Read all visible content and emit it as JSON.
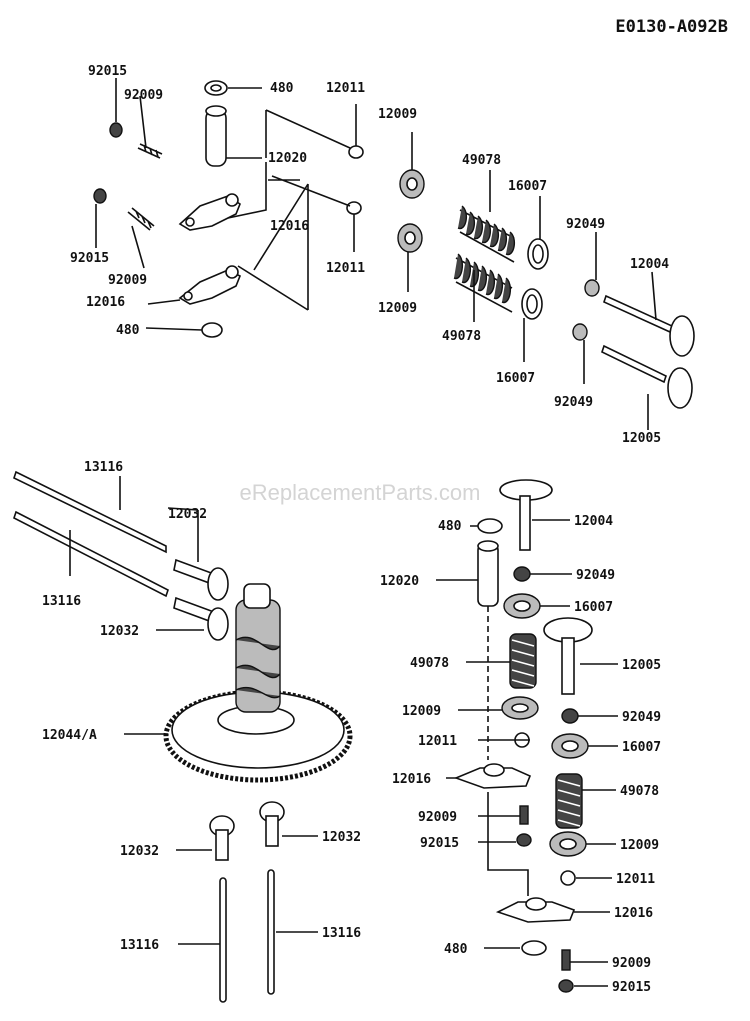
{
  "diagram_code": "E0130-A092B",
  "watermark": "eReplacementParts.com",
  "labels": {
    "a1": "92015",
    "a2": "92009",
    "a3": "480",
    "a4": "12011",
    "a5": "12009",
    "a6": "12020",
    "a7": "49078",
    "a8": "16007",
    "a9": "12016",
    "a10": "92049",
    "a11": "12004",
    "a12": "92015",
    "a13": "92009",
    "a14": "12011",
    "a15": "12016",
    "a16": "12009",
    "a17": "480",
    "a18": "49078",
    "a19": "16007",
    "a20": "92049",
    "a21": "12005",
    "b1": "13116",
    "b2": "12032",
    "b3": "13116",
    "b4": "12032",
    "b5": "12044/A",
    "b6": "12032",
    "b7": "12032",
    "b8": "13116",
    "b9": "13116",
    "c1": "480",
    "c2": "12004",
    "c3": "12020",
    "c4": "92049",
    "c5": "16007",
    "c6": "49078",
    "c7": "12005",
    "c8": "12009",
    "c9": "92049",
    "c10": "12011",
    "c11": "16007",
    "c12": "12016",
    "c13": "49078",
    "c14": "92009",
    "c15": "92015",
    "c16": "12009",
    "c17": "12011",
    "c18": "12016",
    "c19": "480",
    "c20": "92009",
    "c21": "92015"
  }
}
